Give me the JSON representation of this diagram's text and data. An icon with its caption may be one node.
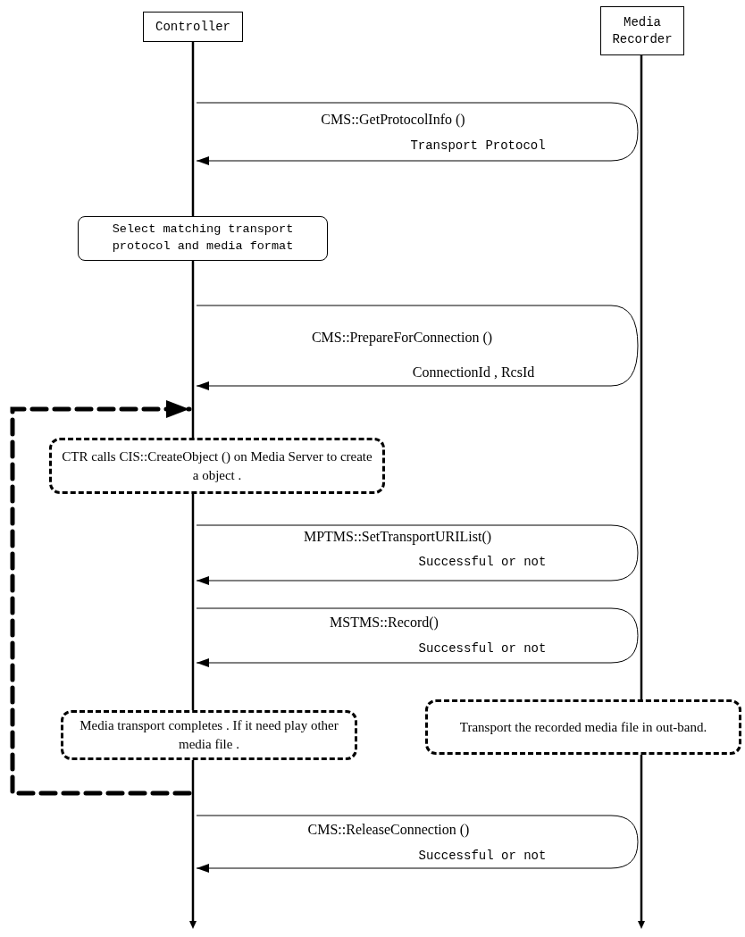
{
  "diagram": {
    "nodes": [
      {
        "text": [
          "Controller"
        ]
      },
      {
        "text": [
          "Media Recorder"
        ]
      },
      {
        "text": [],
        "shape": "bar"
      },
      {
        "text": [],
        "shape": "bar"
      },
      {
        "text": [
          "Select matching transport protocol and media format"
        ]
      },
      {
        "text": [
          "CTR calls CIS::CreateObject () on Media Server to create a object ."
        ]
      },
      {
        "text": [
          "Media transport completes . If it need play other media file ."
        ]
      },
      {
        "text": [
          "Transport the recorded media file  in out-band."
        ]
      }
    ],
    "edges": [
      {
        "from": 2,
        "to": 3,
        "arrow": "none",
        "label": "CMS::GetProtocolInfo ()"
      },
      {
        "from": 3,
        "to": 2,
        "arrow": "to",
        "label": "Transport Protocol"
      },
      {
        "from": 2,
        "to": 3,
        "arrow": "none",
        "label": "CMS::PrepareForConnection ()"
      },
      {
        "from": 3,
        "to": 2,
        "arrow": "to",
        "label": "ConnectionId , RcsId"
      },
      {
        "from": 2,
        "to": 2,
        "arrow": "to",
        "style": "dashed"
      },
      {
        "from": 2,
        "to": 3,
        "arrow": "none",
        "label": "MPTMS::SetTransportURIList()"
      },
      {
        "from": 3,
        "to": 2,
        "arrow": "to",
        "label": "Successful or not"
      },
      {
        "from": 2,
        "to": 3,
        "arrow": "none",
        "label": "MSTMS::Record()"
      },
      {
        "from": 3,
        "to": 2,
        "arrow": "to",
        "label": "Successful or not"
      },
      {
        "from": 2,
        "to": 3,
        "arrow": "none",
        "label": "CMS::ReleaseConnection ()"
      },
      {
        "from": 3,
        "to": 2,
        "arrow": "to",
        "label": "Successful or not"
      }
    ]
  }
}
